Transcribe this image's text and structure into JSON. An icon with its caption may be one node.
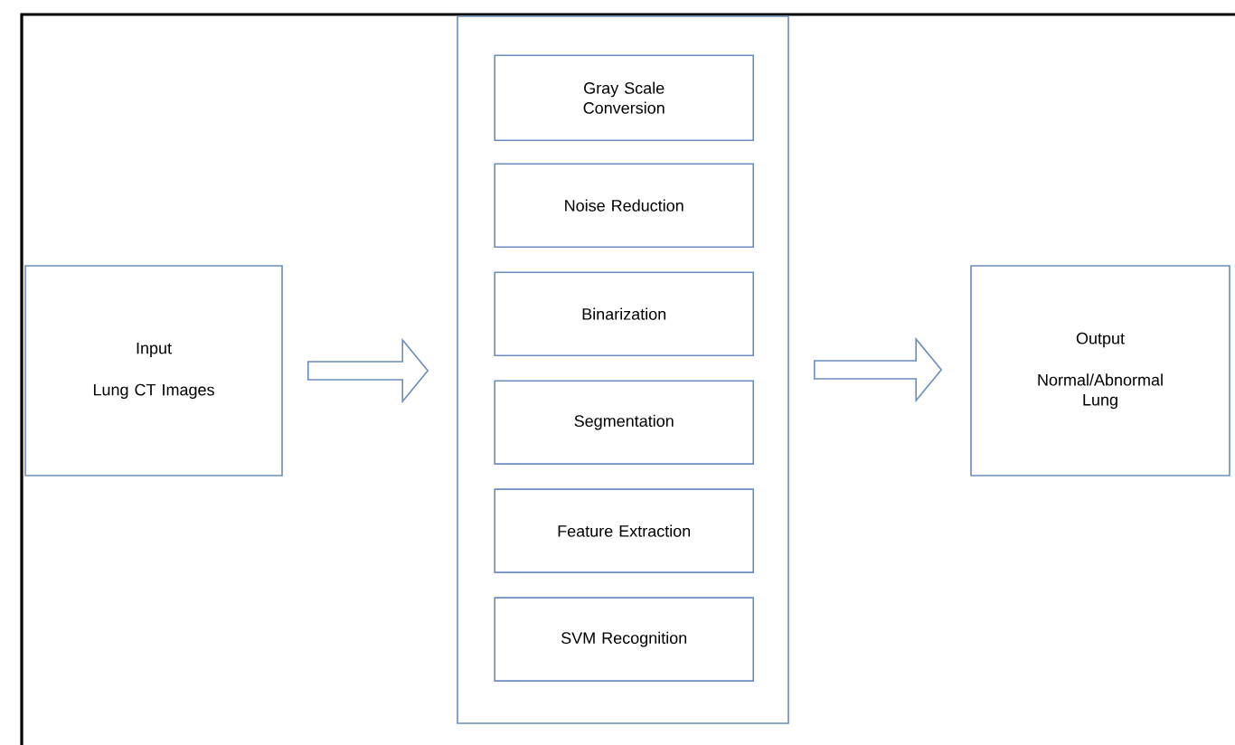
{
  "diagram": {
    "nodes": [
      {
        "text": [
          "Input",
          "Lung CT Images"
        ]
      },
      {
        "text": [],
        "shape": "box"
      },
      {
        "text": [
          "Gray Scale Conversion"
        ],
        "in": 1
      },
      {
        "text": [
          "Noise Reduction"
        ],
        "in": 1
      },
      {
        "text": [
          "Binarization"
        ],
        "in": 1
      },
      {
        "text": [
          "Segmentation"
        ],
        "in": 1
      },
      {
        "text": [
          "Feature Extraction"
        ],
        "in": 1
      },
      {
        "text": [
          "SVM Recognition"
        ],
        "in": 1
      },
      {
        "text": [
          "Output",
          "Normal/Abnormal Lung"
        ]
      }
    ],
    "edges": [
      {
        "from": 0,
        "to": 1,
        "arrow": "to"
      },
      {
        "from": 1,
        "to": 8,
        "arrow": "to"
      }
    ]
  }
}
